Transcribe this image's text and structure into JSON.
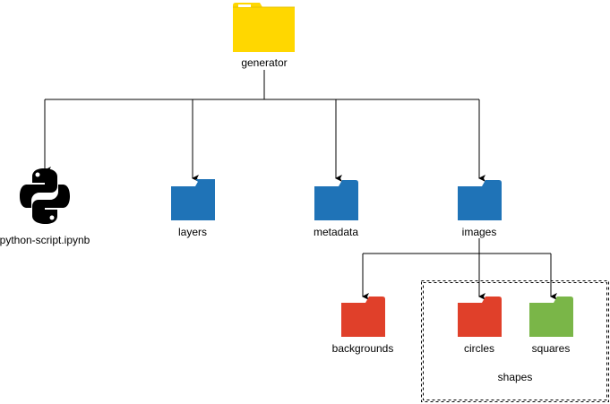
{
  "nodes": {
    "root": {
      "label": "generator",
      "icon": "folder-icon",
      "color": "#ffd700"
    },
    "script": {
      "label": "python-script.ipynb",
      "icon": "python-logo-icon",
      "color": "#000000"
    },
    "layers": {
      "label": "layers",
      "icon": "folder-icon",
      "color": "#1f73b7"
    },
    "metadata": {
      "label": "metadata",
      "icon": "folder-icon",
      "color": "#1f73b7"
    },
    "images": {
      "label": "images",
      "icon": "folder-icon",
      "color": "#1f73b7"
    },
    "backgrounds": {
      "label": "backgrounds",
      "icon": "folder-icon",
      "color": "#e0402a"
    },
    "circles": {
      "label": "circles",
      "icon": "folder-icon",
      "color": "#e0402a"
    },
    "squares": {
      "label": "squares",
      "icon": "folder-icon",
      "color": "#7ab648"
    }
  },
  "group": {
    "label": "shapes"
  }
}
